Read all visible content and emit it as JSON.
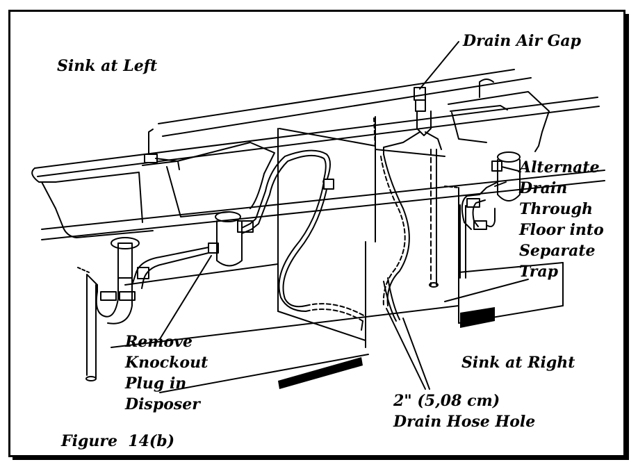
{
  "labels": {
    "sink_left": "Sink at Left",
    "sink_right": "Sink at Right",
    "drain_air_gap": "Drain Air Gap",
    "alternate_drain": [
      "Alternate",
      "Drain",
      "Through",
      "Floor into",
      "Separate",
      "Trap"
    ],
    "remove_knockout": [
      "Remove",
      "Knockout",
      "Plug in",
      "Disposer"
    ],
    "drain_hose_hole": [
      "2\" (5,08 cm)",
      "Drain Hose Hole"
    ],
    "figure": "Figure  14(b)"
  }
}
